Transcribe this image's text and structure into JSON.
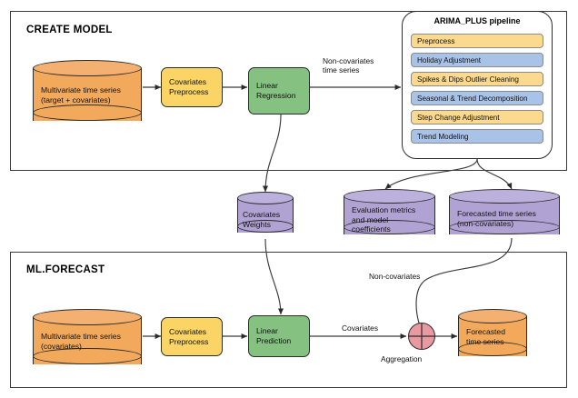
{
  "colors": {
    "orange": "#F2A95C",
    "orange_top": "#F4B070",
    "yellow_box": "#FAD465",
    "green": "#85C181",
    "purple": "#B0A3D4",
    "purple_top": "#BCB0DC",
    "pipe_yellow": "#FBD98E",
    "pipe_blue": "#A9C2E8",
    "pink": "#E89AA0",
    "stroke": "#2b2b2b",
    "frame": "#3b3b3b"
  },
  "sections": {
    "create_model": {
      "title": "CREATE MODEL"
    },
    "ml_forecast": {
      "title": "ML.FORECAST"
    }
  },
  "create_model": {
    "source_cylinder": {
      "label": "Multivariate time series\n(target + covariates)"
    },
    "covariates_preprocess": {
      "label": "Covariates\nPreprocess"
    },
    "linear_regression": {
      "label": "Linear\nRegression"
    },
    "edge_non_covariates": {
      "label": "Non-covariates\ntime series"
    }
  },
  "pipeline": {
    "title": "ARIMA_PLUS pipeline",
    "steps": [
      {
        "label": "Preprocess",
        "tone": "yellow"
      },
      {
        "label": "Holiday Adjustment",
        "tone": "blue"
      },
      {
        "label": "Spikes & Dips Outlier Cleaning",
        "tone": "yellow"
      },
      {
        "label": "Seasonal & Trend Decomposition",
        "tone": "blue"
      },
      {
        "label": "Step Change Adjustment",
        "tone": "yellow"
      },
      {
        "label": "Trend Modeling",
        "tone": "blue"
      }
    ]
  },
  "artifacts": {
    "covariates_weights": {
      "label": "Covariates\nWeights"
    },
    "evaluation_metrics": {
      "label": "Evaluation metrics\nand model\ncoefficients"
    },
    "forecasted_non_covariates": {
      "label": "Forecasted time series\n(non-covariates)"
    }
  },
  "ml_forecast": {
    "source_cylinder": {
      "label": "Multivariate time series\n(covariates)"
    },
    "covariates_preprocess": {
      "label": "Covariates\nPreprocess"
    },
    "linear_prediction": {
      "label": "Linear\nPrediction"
    },
    "edge_covariates": {
      "label": "Covariates"
    },
    "edge_non_covariates": {
      "label": "Non-covariates"
    },
    "aggregation": {
      "label": "Aggregation",
      "icon": "plus-circle-icon"
    },
    "output_cylinder": {
      "label": "Forecasted\ntime series"
    }
  }
}
